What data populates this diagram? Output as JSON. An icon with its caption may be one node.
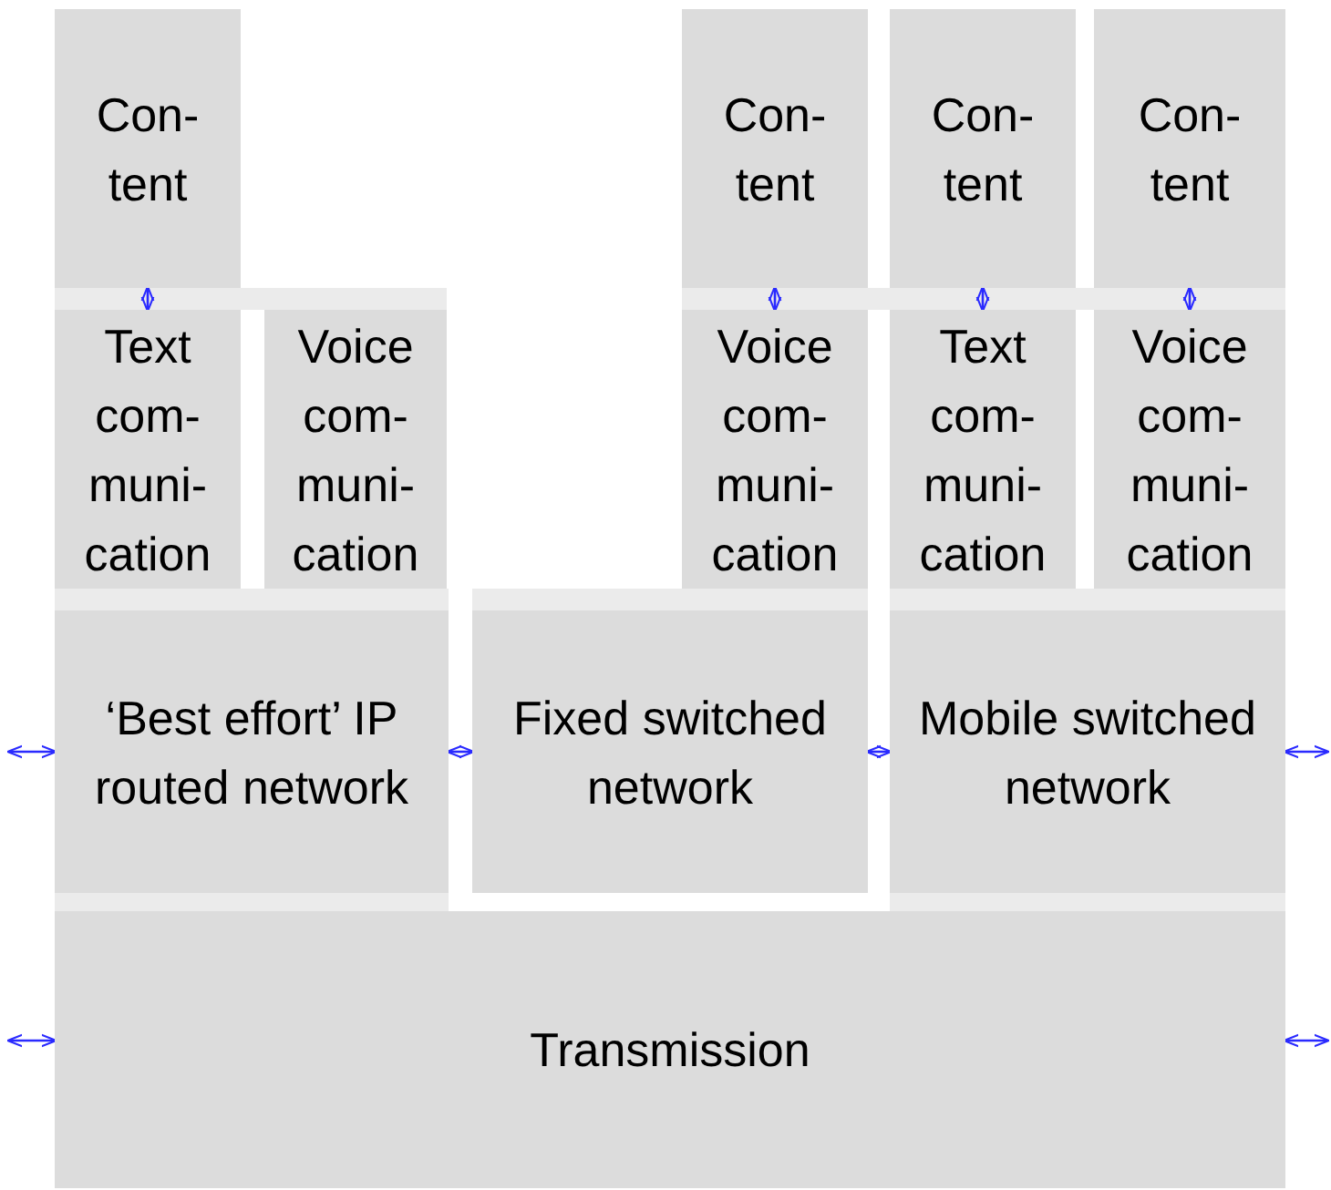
{
  "diagram": {
    "nodes": [
      {
        "text": [
          "Con- tent"
        ]
      },
      {
        "text": [
          "Con- tent"
        ]
      },
      {
        "text": [
          "Con- tent"
        ]
      },
      {
        "text": [
          "Con- tent"
        ]
      },
      {
        "text": [
          "Text com- muni- cation"
        ]
      },
      {
        "text": [
          "Voice com- muni- cation"
        ]
      },
      {
        "text": [
          "Voice com- muni- cation"
        ]
      },
      {
        "text": [
          "Text com- muni- cation"
        ]
      },
      {
        "text": [
          "Voice com- muni- cation"
        ]
      },
      {
        "text": [
          "‘Best effort’ IP routed network"
        ]
      },
      {
        "text": [
          "Fixed switched network"
        ]
      },
      {
        "text": [
          "Mobile switched network"
        ]
      },
      {
        "text": [
          "Transmission"
        ]
      }
    ],
    "edges": [
      {
        "from": 0,
        "to": 4,
        "arrow": "both"
      },
      {
        "from": 1,
        "to": 6,
        "arrow": "both"
      },
      {
        "from": 2,
        "to": 7,
        "arrow": "both"
      },
      {
        "from": 3,
        "to": 8,
        "arrow": "both"
      },
      {
        "from": null,
        "to": 9,
        "arrow": "both"
      },
      {
        "from": 9,
        "to": 10,
        "arrow": "both"
      },
      {
        "from": 10,
        "to": 11,
        "arrow": "both"
      },
      {
        "from": 11,
        "to": null,
        "arrow": "both"
      },
      {
        "from": null,
        "to": 12,
        "arrow": "both"
      },
      {
        "from": 12,
        "to": null,
        "arrow": "both"
      }
    ]
  }
}
